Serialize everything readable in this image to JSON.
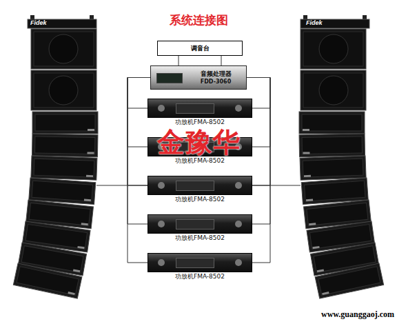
{
  "diagram": {
    "title": "系统连接图",
    "nodes": [
      {
        "text": [
          "调音台"
        ]
      },
      {
        "text": [
          "音频处理器",
          "FDD-3060"
        ]
      },
      {
        "text": [
          "功放机FMA-8502"
        ]
      },
      {
        "text": [
          "功放机FMA-8502"
        ]
      },
      {
        "text": [
          "功放机FMA-8502"
        ]
      },
      {
        "text": [
          "功放机FMA-8502"
        ]
      },
      {
        "text": [
          "功放机FMA-8502"
        ]
      },
      {
        "text": [
          "Fidek"
        ]
      },
      {
        "text": [
          "Fidek"
        ]
      }
    ],
    "edges": [
      {
        "from": 0,
        "to": 1,
        "arrow": "none"
      },
      {
        "from": 1,
        "to": 2,
        "arrow": "none"
      },
      {
        "from": 1,
        "to": 3,
        "arrow": "none"
      },
      {
        "from": 1,
        "to": 4,
        "arrow": "none"
      },
      {
        "from": 1,
        "to": 5,
        "arrow": "none"
      },
      {
        "from": 1,
        "to": 6,
        "arrow": "none"
      },
      {
        "from": 4,
        "to": 7,
        "arrow": "none"
      },
      {
        "from": 4,
        "to": 8,
        "arrow": "none"
      }
    ],
    "labels": [
      "金豫华",
      "www.guanggaoj.com"
    ]
  }
}
